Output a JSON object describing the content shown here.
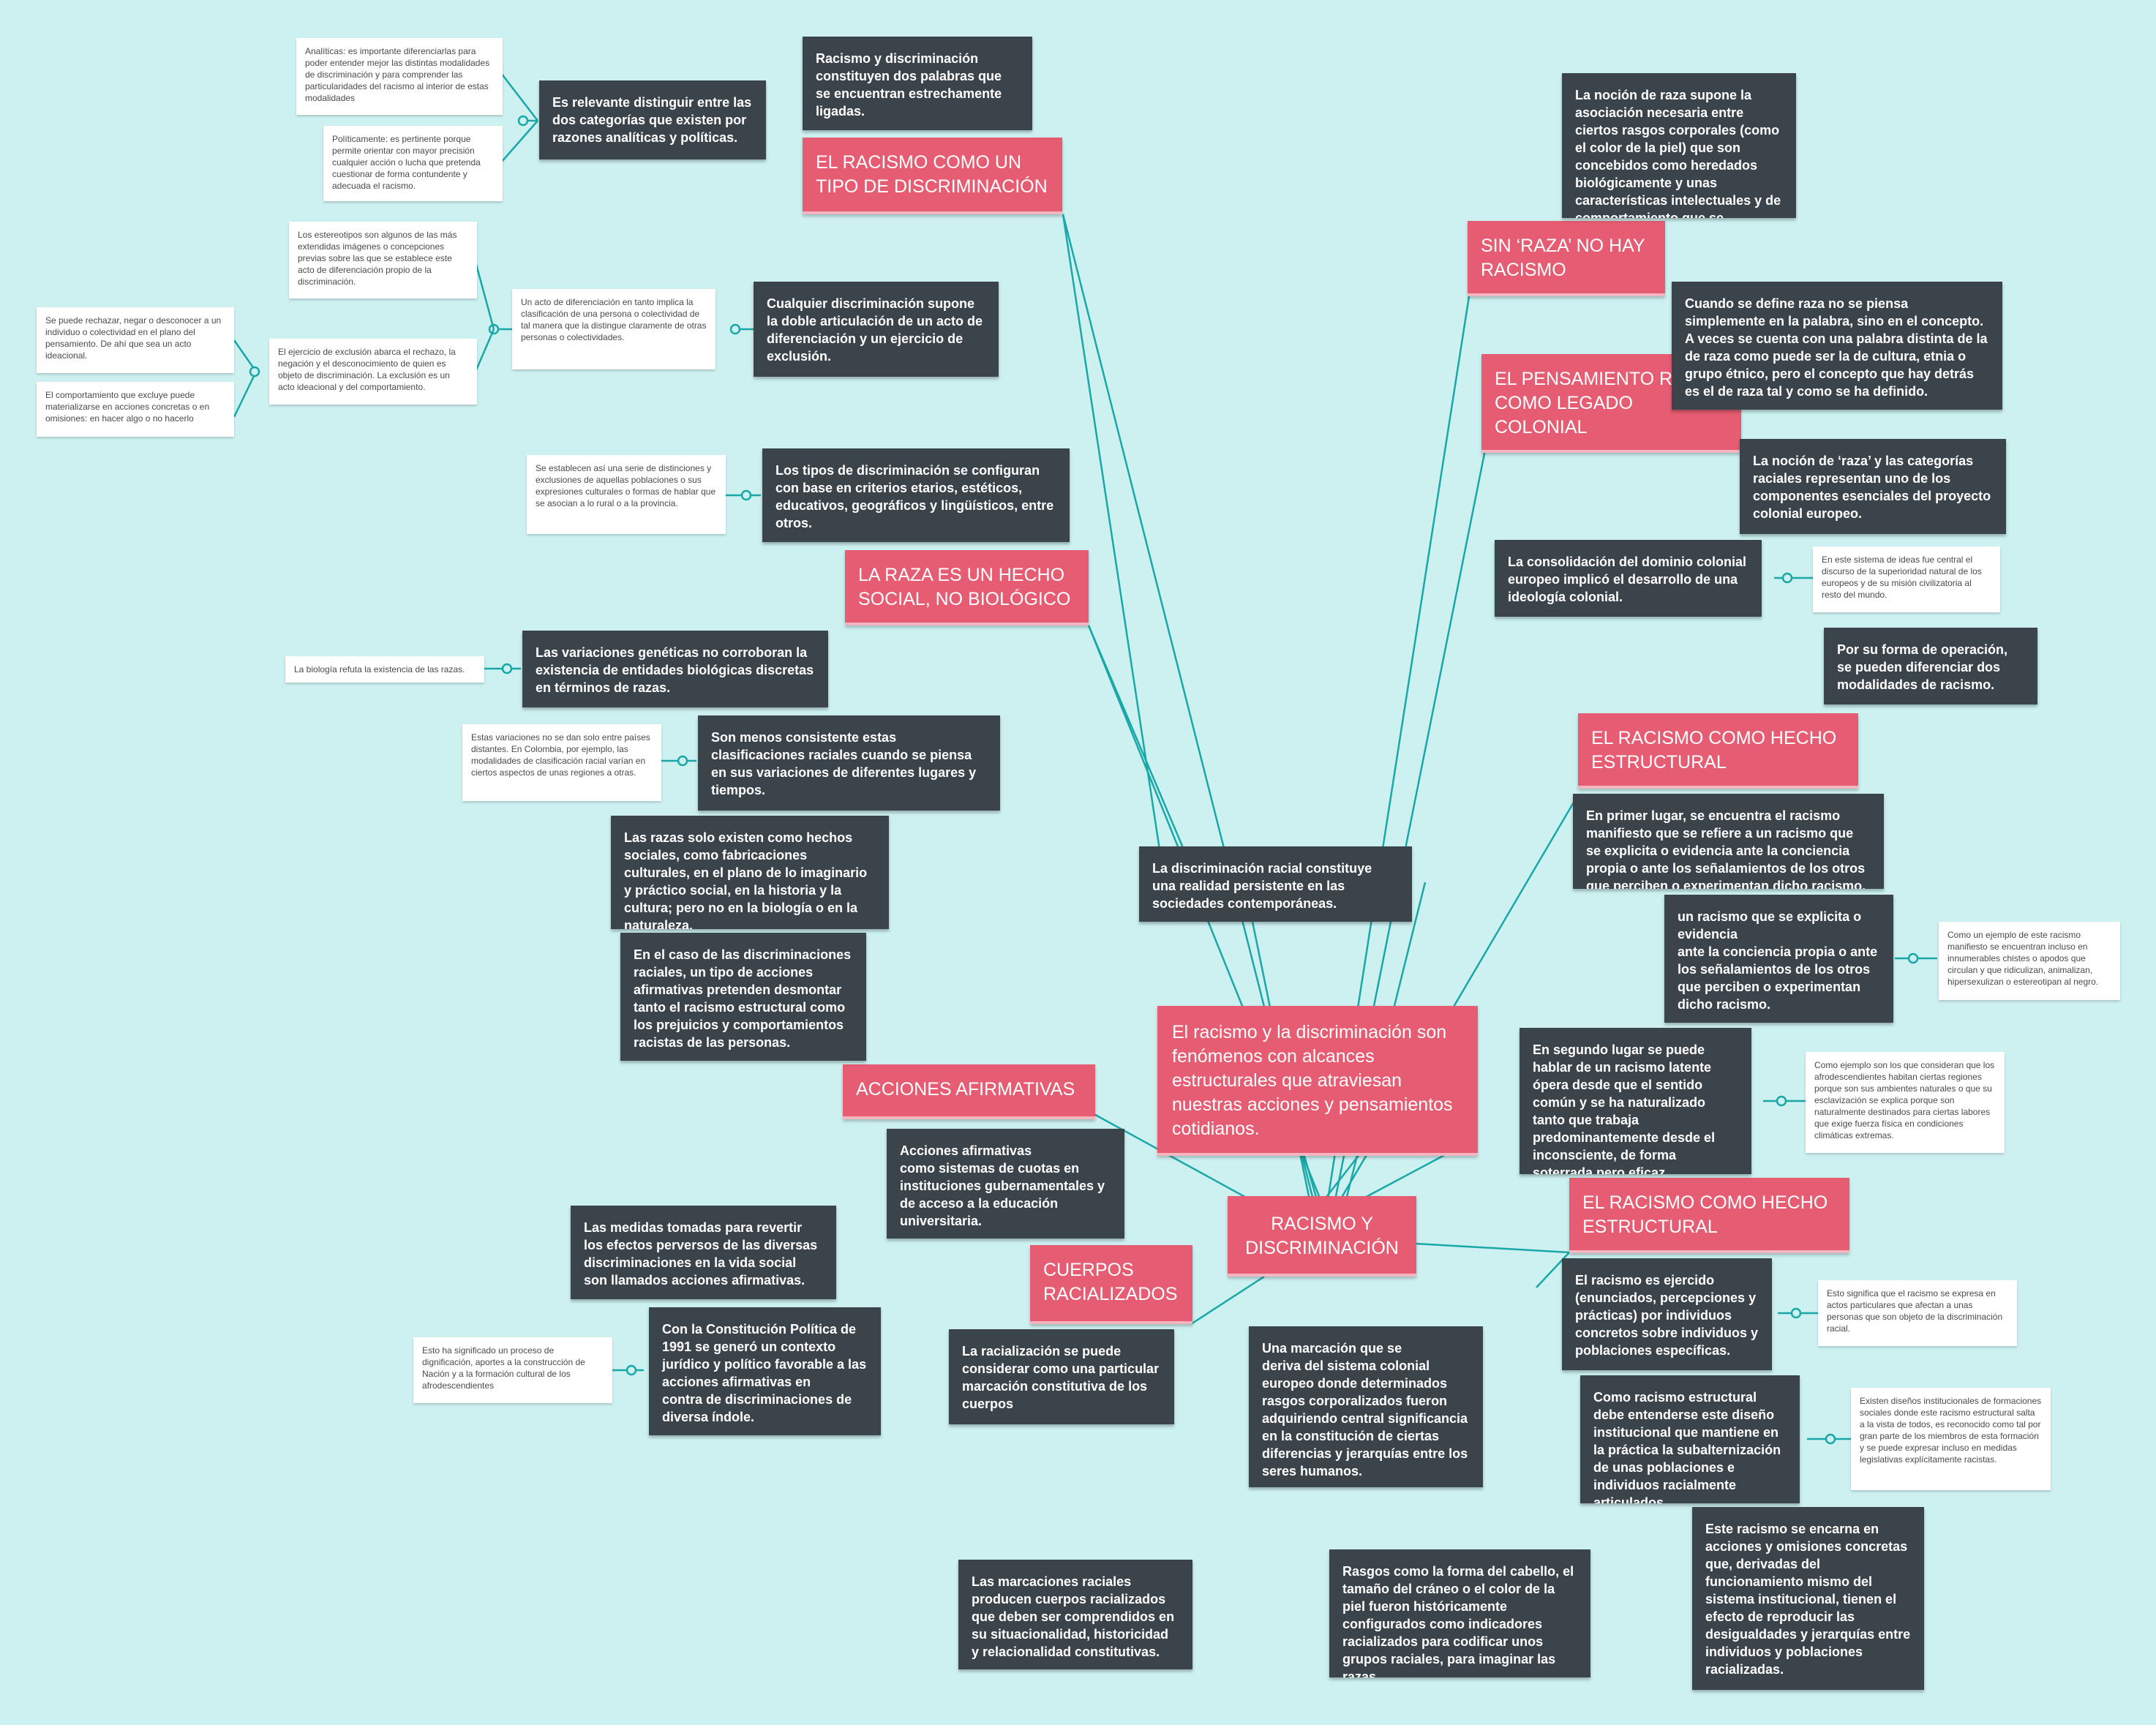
{
  "hub_title": "RACISMO Y\nDISCRIMINACIÓN",
  "central_title": "El racismo y la discriminación son fenómenos con alcances estructurales que atraviesan nuestras acciones y pensamientos cotidianos.",
  "headings": [
    "EL RACISMO COMO UN TIPO DE DISCRIMINACIÓN",
    "LA RAZA ES UN HECHO SOCIAL, NO BIOLÓGICO",
    "ACCIONES AFIRMATIVAS",
    "CUERPOS RACIALIZADOS",
    "SIN ‘RAZA’ NO HAY RACISMO",
    "EL PENSAMIENTO RACIAL COMO LEGADO COLONIAL",
    "EL RACISMO COMO HECHO ESTRUCTURAL",
    "EL RACISMO COMO HECHO ESTRUCTURAL"
  ],
  "dark_cards": [
    "Racismo y discriminación constituyen dos palabras que se encuentran estrechamente ligadas.",
    "Es relevante distinguir entre las dos categorías que existen  por razones analíticas y políticas.",
    "Cualquier discriminación supone la doble articulación de un acto de diferenciación y un ejercicio de exclusión.",
    "Los  tipos de discriminación se configuran con base en criterios etarios, estéticos, educativos, geográficos y lingüísticos, entre otros.",
    "Las variaciones genéticas no corroboran la existencia de entidades biológicas discretas en términos de razas.",
    "Son menos consistente  estas clasificaciones raciales cuando se piensa en sus variaciones de diferentes lugares y tiempos.",
    "Las razas solo existen como hechos sociales, como fabricaciones culturales, en el plano de lo imaginario y práctico social, en la historia y la cultura; pero no en la biología o en la naturaleza.",
    "En el caso de las discriminaciones raciales, un tipo de acciones afirmativas pretenden desmontar tanto el racismo estructural como los prejuicios y comportamientos racistas de las personas.",
    "La discriminación racial constituye una realidad persistente en las sociedades contemporáneas.",
    "Acciones afirmativas\ncomo sistemas de cuotas en instituciones gubernamentales y de acceso a la educación universitaria.",
    "Las medidas tomadas para revertir los efectos perversos de las diversas discriminaciones en la vida social son llamados acciones afirmativas.",
    "Con la Constitución Política de 1991 se generó un contexto jurídico y político favorable a las acciones afirmativas en\ncontra de discriminaciones de diversa índole.",
    "La racialización se puede considerar como una particular marcación constitutiva de los cuerpos",
    "Una marcación que se\nderiva del sistema colonial europeo donde determinados rasgos corporalizados fueron adquiriendo central significancia en la constitución de ciertas diferencias y jerarquías entre los seres humanos.",
    "Las marcaciones raciales producen cuerpos racializados que deben ser comprendidos en su situacionalidad, historicidad y relacionalidad constitutivas.",
    "Rasgos como la forma del cabello, el tamaño del cráneo o el color de la piel fueron históricamente configurados como indicadores racializados para codificar unos grupos raciales, para imaginar las razas.",
    "La noción de raza supone la asociación necesaria entre ciertos rasgos corporales (como el color de la piel) que son concebidos como heredados biológicamente y unas características intelectuales y de comportamiento que se consideran irremediablemente derivadas.",
    "Cuando se define raza  no se piensa simplemente en la palabra, sino en el concepto. A veces se cuenta con una palabra distinta de la de raza como puede ser la de cultura, etnia o grupo étnico, pero el concepto que hay detrás es el de raza tal y como se ha definido.",
    "La noción de ‘raza’ y las categorías raciales representan uno de los componentes esenciales del proyecto colonial europeo.",
    "La consolidación del dominio colonial europeo implicó el desarrollo de una ideología colonial.",
    "Por su forma de operación, se pueden diferenciar dos modalidades de racismo.",
    "En primer lugar, se encuentra el racismo manifiesto que se refiere a un racismo que se explicita o evidencia ante la conciencia propia o ante los señalamientos de los otros que perciben o experimentan dicho racismo.",
    "un racismo que se explicita o evidencia\nante la conciencia propia o ante los señalamientos de los otros que perciben o experimentan dicho racismo.",
    "En segundo lugar se puede hablar de un racismo latente ópera desde que el sentido común y se ha naturalizado tanto que trabaja predominantemente desde el inconsciente, de forma soterrada pero eficaz.",
    "El racismo es ejercido (enunciados, percepciones y prácticas) por individuos concretos sobre individuos y poblaciones específicas.",
    "Como racismo estructural debe entenderse este diseño institucional que mantiene en la práctica la subalternización de unas poblaciones e individuos racialmente articulados.",
    "Este racismo se encarna en acciones y omisiones concretas que, derivadas del funcionamiento mismo del sistema institucional, tienen el efecto de reproducir las desigualdades y jerarquías entre individuos y poblaciones racializadas."
  ],
  "notes": [
    "Analíticas: es importante diferenciarlas para poder entender mejor las distintas modalidades de discriminación y para comprender las particularidades del racismo al interior de estas modalidades",
    "Políticamente: es pertinente porque permite orientar con mayor precisión cualquier acción o lucha que pretenda cuestionar de forma contundente y adecuada el racismo.",
    "Los estereotipos son algunos de las más extendidas imágenes o concepciones previas sobre las que se establece este acto de diferenciación propio de la discriminación.",
    "Un acto de diferenciación en tanto implica la clasificación de una persona o colectividad de tal manera que la distingue claramente de otras personas o colectividades.",
    "Se puede rechazar, negar o desconocer a un individuo o colectividad en el plano del pensamiento. De ahí que sea un acto ideacional.",
    "El ejercicio de exclusión abarca el rechazo, la negación y el desconocimiento de quien es objeto de discriminación. La exclusión es un acto ideacional y del comportamiento.",
    "El comportamiento que excluye puede materializarse en acciones concretas o en omisiones: en hacer algo o no hacerlo",
    "Se establecen así una serie de distinciones y exclusiones de aquellas poblaciones o sus expresiones culturales o formas de hablar que se asocian a lo rural o a la provincia.",
    "La biología refuta la existencia de las razas.",
    "Estas variaciones no se dan solo entre países distantes. En Colombia, por ejemplo, las modalidades de clasificación racial varían en ciertos aspectos de unas regiones a otras.",
    "Esto ha significado un proceso de dignificación, aportes a la construcción de Nación y a la formación cultural de los afrodescendientes",
    "En este sistema de ideas fue central el discurso de la superioridad natural de los europeos y de su misión civilizatoria al resto del mundo.",
    "Como un ejemplo de este racismo manifiesto se encuentran incluso en innumerables chistes o apodos que circulan y que ridiculizan, animalizan, hipersexulizan o estereotipan al negro.",
    "Como ejemplo son los que consideran que los afrodescendientes habitan ciertas regiones porque son sus ambientes naturales o que su esclavización se explica porque son naturalmente destinados para ciertas labores que exige fuerza física en condiciones climáticas extremas.",
    "Esto significa que el racismo se expresa en actos particulares que afectan a unas personas que son objeto de la discriminación racial.",
    "Existen diseños institucionales de formaciones sociales donde este racismo estructural salta a la vista de todos, es reconocido como tal por gran parte de los miembros de esta formación y se puede expresar incluso en medidas legislativas explícitamente racistas."
  ]
}
